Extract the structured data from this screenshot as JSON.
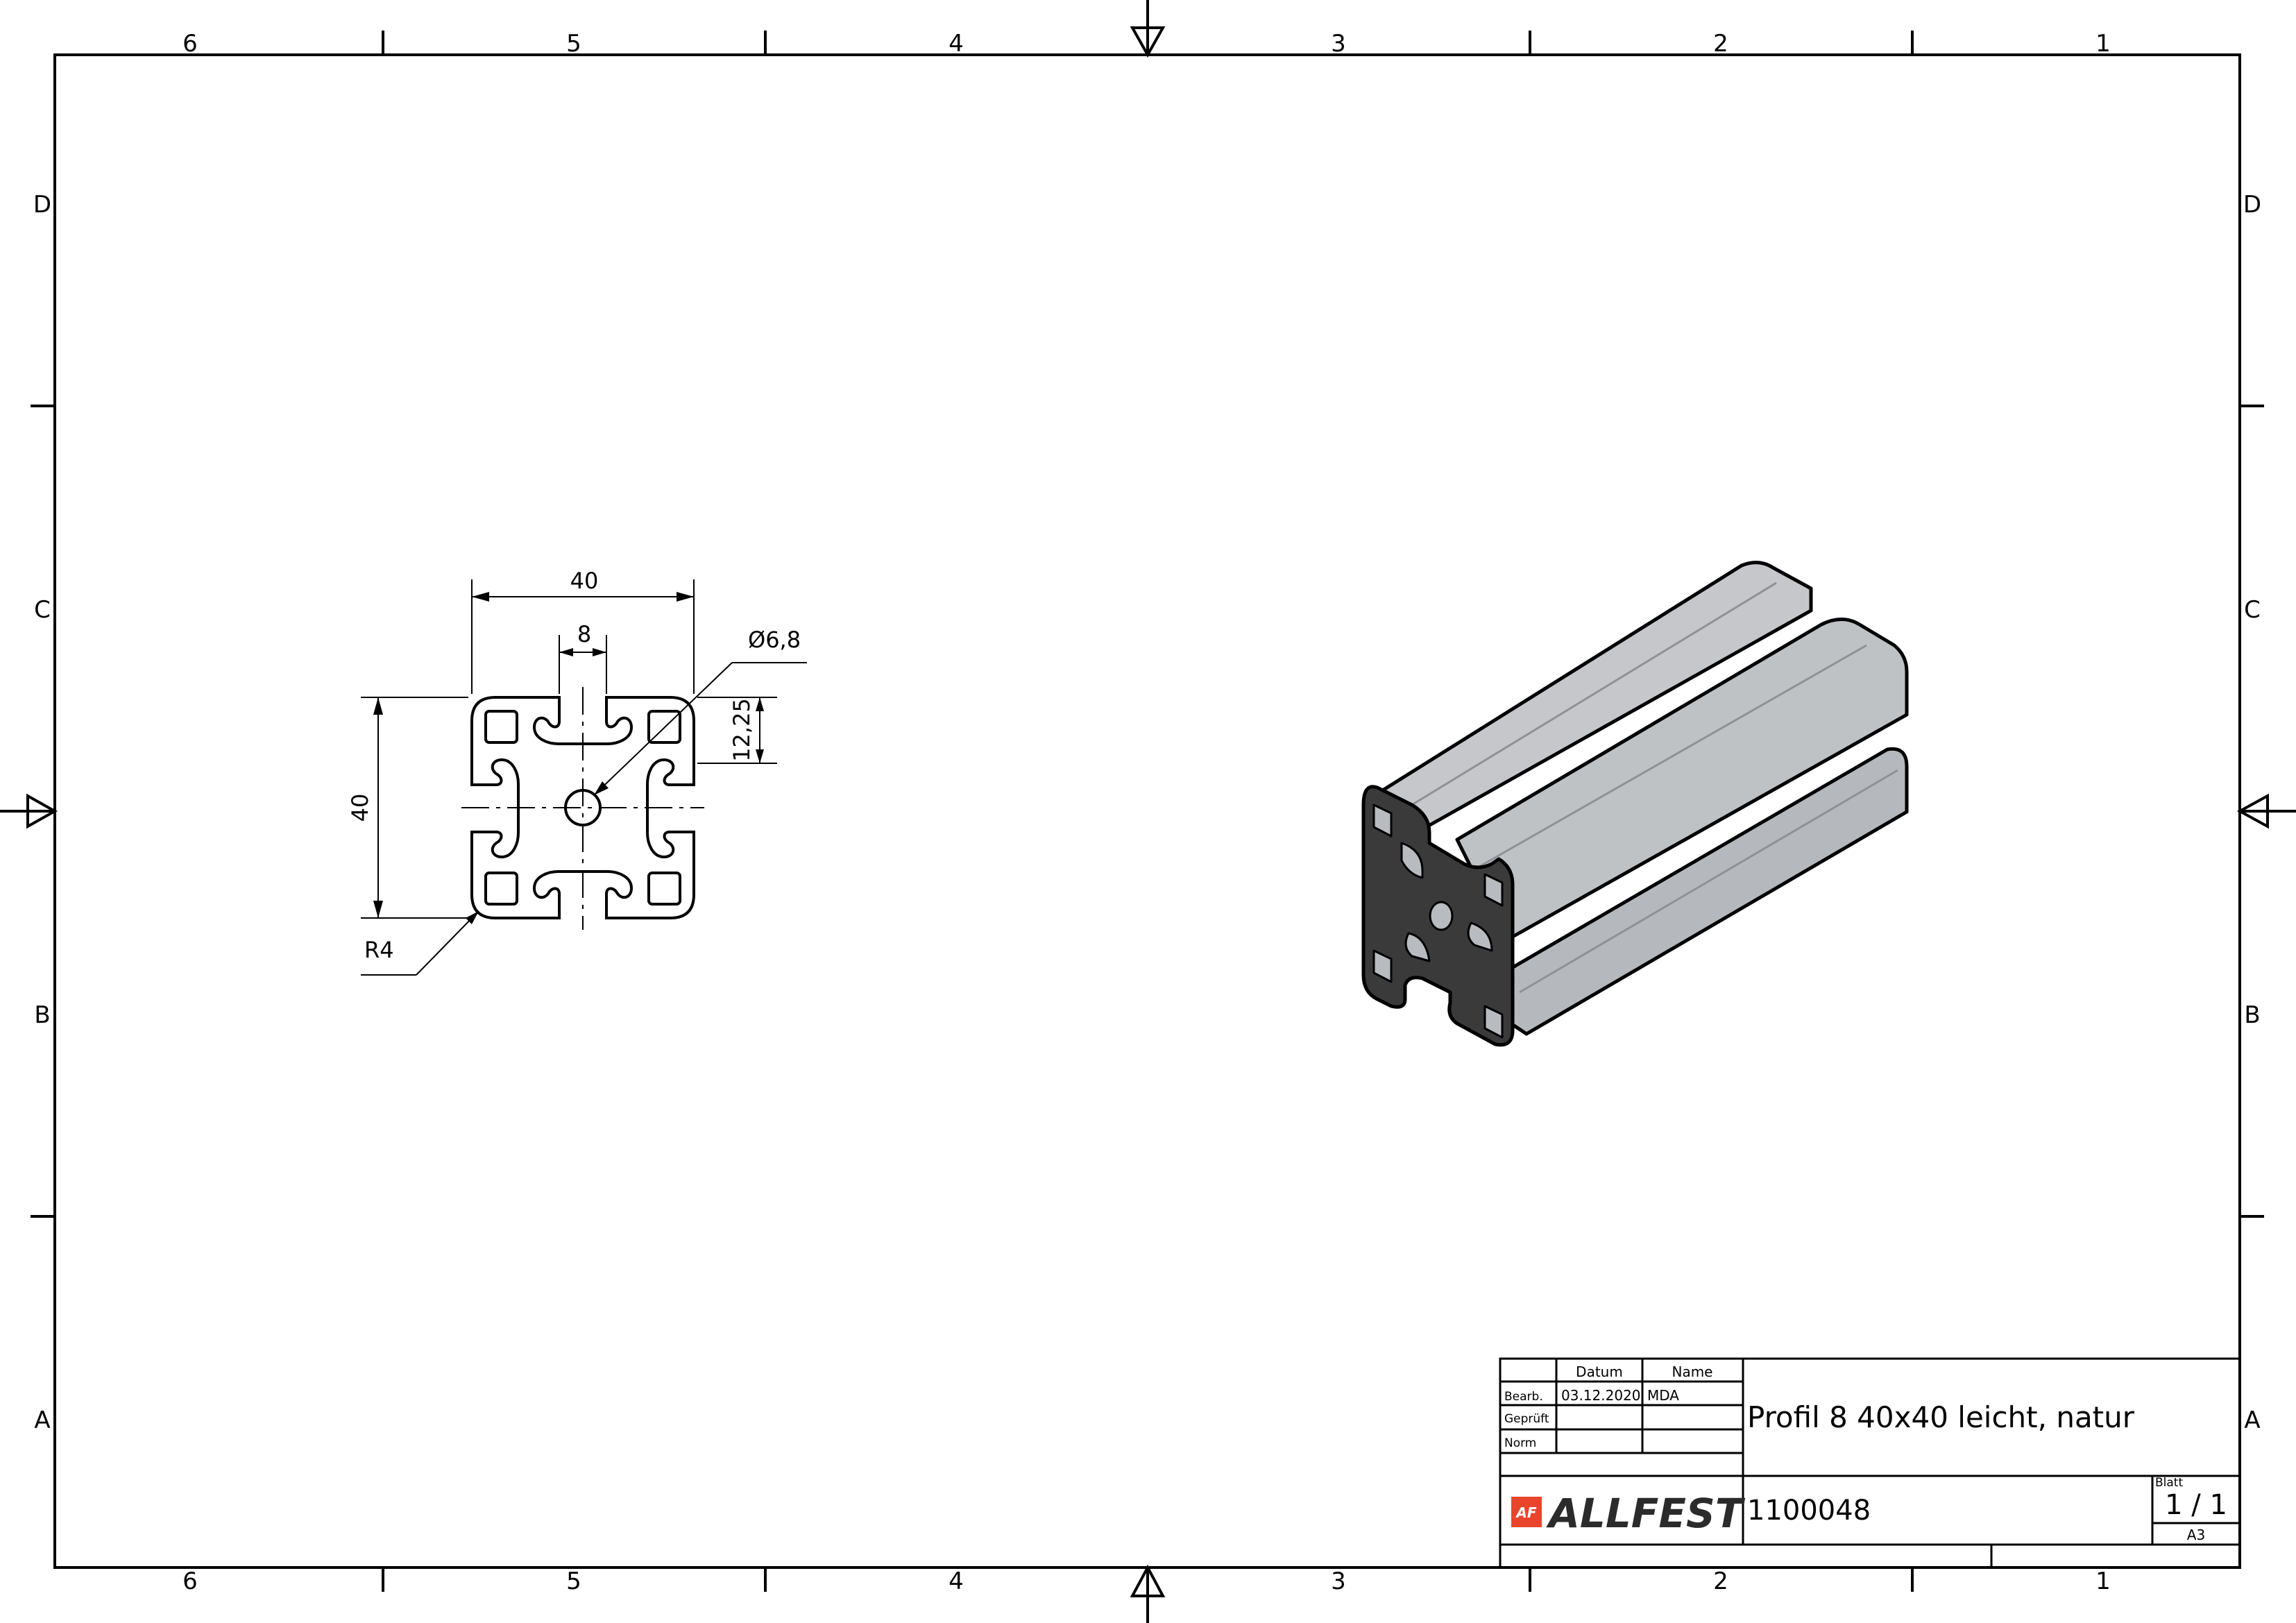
{
  "sheet": {
    "columns": [
      "6",
      "5",
      "4",
      "3",
      "2",
      "1"
    ],
    "rows": [
      "D",
      "C",
      "B",
      "A"
    ]
  },
  "drawing": {
    "width_dim": "40",
    "height_dim": "40",
    "slot_dim": "8",
    "offset_dim": "12,25",
    "hole_dim": "Ø6,8",
    "radius_dim": "R4"
  },
  "title_block": {
    "col_datum": "Datum",
    "col_name": "Name",
    "row_bearb": "Bearb.",
    "row_geprueft": "Geprüft",
    "row_norm": "Norm",
    "bearb_date": "03.12.2020",
    "bearb_name": "MDA",
    "title": "Profil 8 40x40 leicht, natur",
    "part_number": "1100048",
    "sheet_label": "Blatt",
    "sheet_value": "1 / 1",
    "format": "A3",
    "company": "ALLFEST",
    "logo_mark": "AF"
  },
  "colors": {
    "line": "#000000",
    "brand_red": "#e8452c",
    "profile_face": "#3a3a3a",
    "profile_body": "#b9bcc0",
    "profile_light": "#d4d6d9"
  }
}
